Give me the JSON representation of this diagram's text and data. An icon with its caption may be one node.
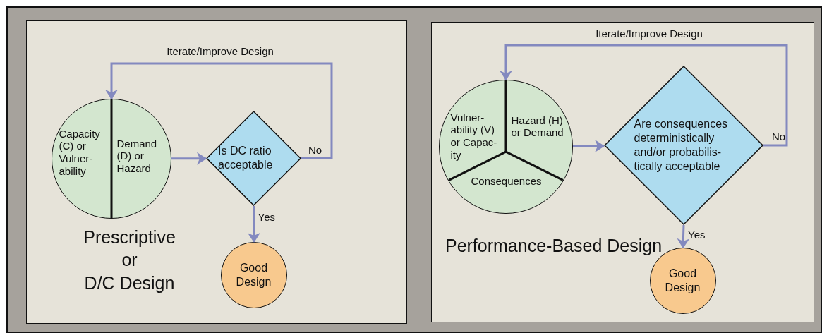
{
  "diagram": {
    "nodes": [
      {
        "text": [
          "Prescriptive or D/C Design"
        ]
      },
      {
        "text": [
          "Capacity (C) or Vulner-ability",
          "Demand (D) or Hazard"
        ],
        "in": 0
      },
      {
        "text": [
          "Is DC ratio acceptable"
        ],
        "in": 0
      },
      {
        "text": [
          "Good Design"
        ],
        "in": 0
      },
      {
        "text": [
          "Performance-Based Design"
        ]
      },
      {
        "text": [
          "Vulner-ability (V) or Capac-ity",
          "Hazard (H) or Demand",
          "Consequences"
        ],
        "in": 4
      },
      {
        "text": [
          "Are consequences deterministically and/or probabilis-tically acceptable"
        ],
        "in": 4
      },
      {
        "text": [
          "Good Design"
        ],
        "in": 4
      }
    ],
    "edges": [
      {
        "from": 1,
        "to": 2,
        "arrow": "to"
      },
      {
        "from": 2,
        "to": 1,
        "arrow": "to",
        "label": "No"
      },
      {
        "from": 2,
        "to": 3,
        "arrow": "to",
        "label": "Yes"
      },
      {
        "from": 5,
        "to": 6,
        "arrow": "to"
      },
      {
        "from": 6,
        "to": 5,
        "arrow": "to",
        "label": "No"
      },
      {
        "from": 6,
        "to": 7,
        "arrow": "to",
        "label": "Yes"
      }
    ],
    "labels": [
      "Iterate/Improve Design",
      "Iterate/Improve Design"
    ]
  }
}
